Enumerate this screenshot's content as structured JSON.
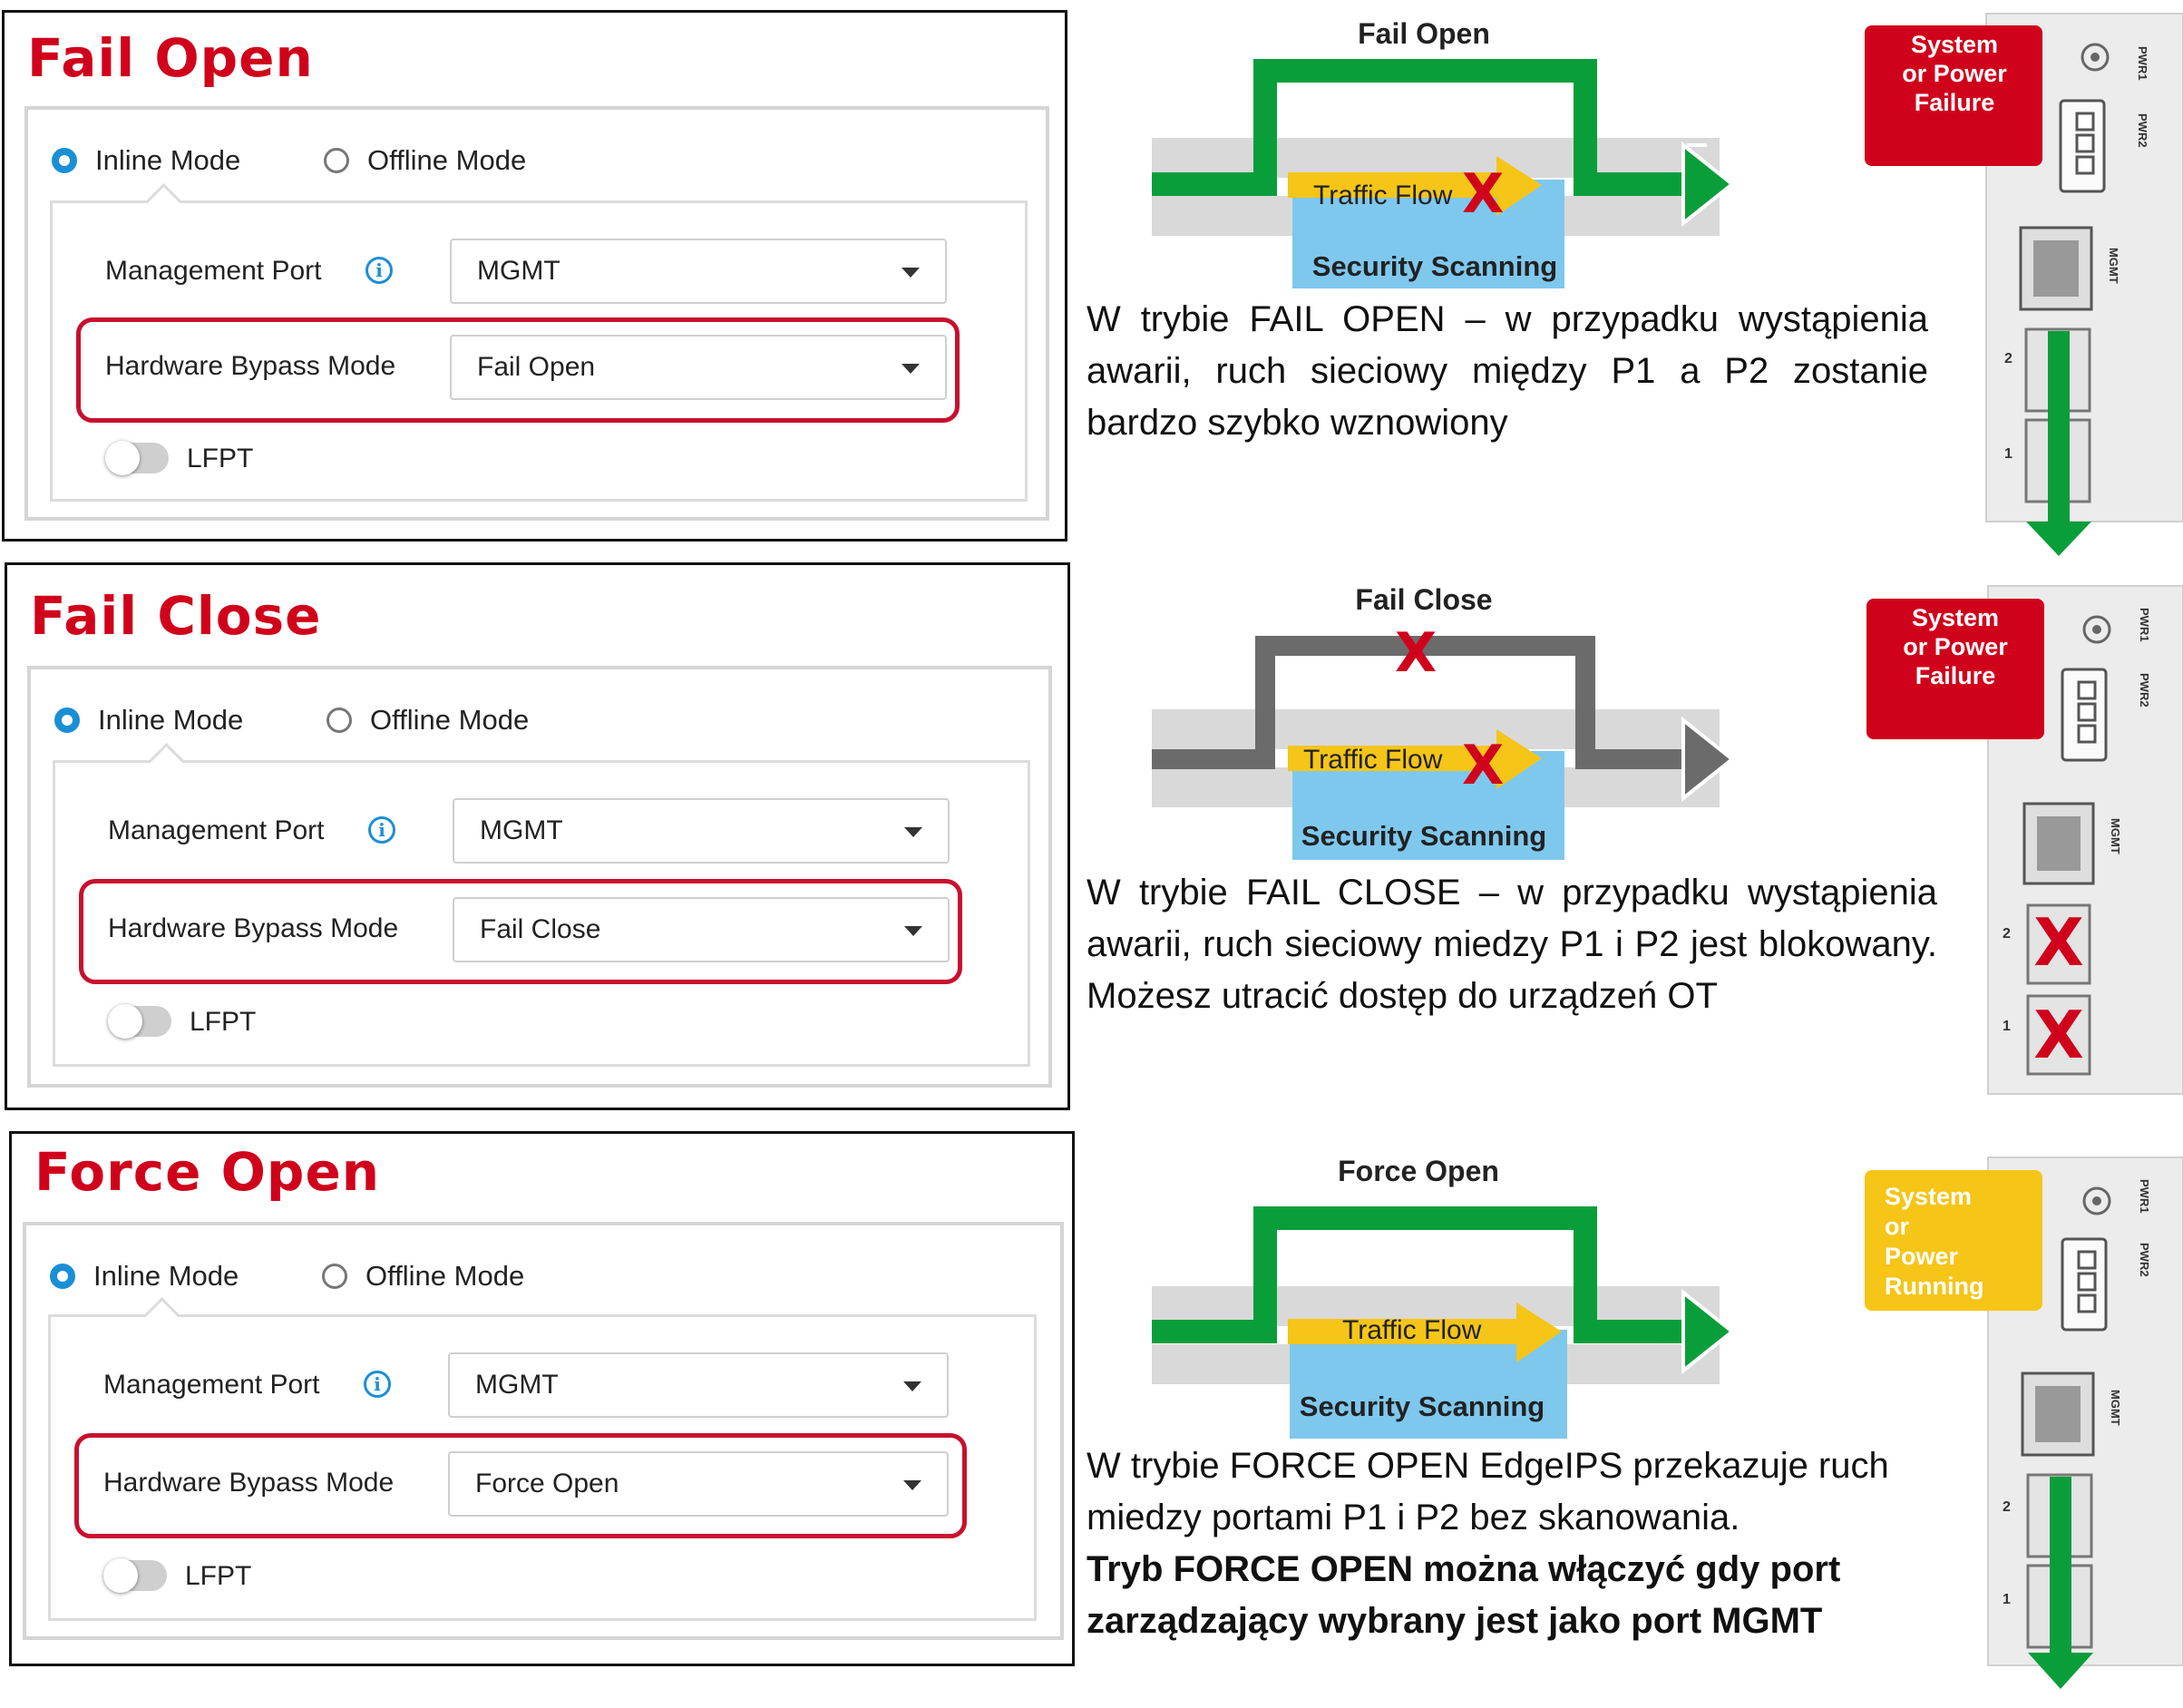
{
  "panels": [
    {
      "title": "Fail Open",
      "inline_label": "Inline Mode",
      "offline_label": "Offline Mode",
      "mgmt_label": "Management Port",
      "info_icon": "i",
      "mgmt_value": "MGMT",
      "bypass_label": "Hardware Bypass Mode",
      "bypass_value": "Fail Open",
      "lfpt_label": "LFPT"
    },
    {
      "title": "Fail Close",
      "inline_label": "Inline Mode",
      "offline_label": "Offline Mode",
      "mgmt_label": "Management Port",
      "info_icon": "i",
      "mgmt_value": "MGMT",
      "bypass_label": "Hardware Bypass Mode",
      "bypass_value": "Fail Close",
      "lfpt_label": "LFPT"
    },
    {
      "title": "Force Open",
      "inline_label": "Inline Mode",
      "offline_label": "Offline Mode",
      "mgmt_label": "Management Port",
      "info_icon": "i",
      "mgmt_value": "MGMT",
      "bypass_label": "Hardware Bypass Mode",
      "bypass_value": "Force Open",
      "lfpt_label": "LFPT"
    }
  ],
  "diagrams": [
    {
      "title": "Fail Open",
      "traffic_label": "Traffic Flow",
      "scanning_label": "Security Scanning",
      "bypass_color": "#0a9e3a",
      "bypass_blocked": false,
      "traffic_blocked": true
    },
    {
      "title": "Fail Close",
      "traffic_label": "Traffic Flow",
      "scanning_label": "Security Scanning",
      "bypass_color": "#6b6b6b",
      "bypass_blocked": true,
      "traffic_blocked": true
    },
    {
      "title": "Force Open",
      "traffic_label": "Traffic Flow",
      "scanning_label": "Security Scanning",
      "bypass_color": "#0a9e3a",
      "bypass_blocked": false,
      "traffic_blocked": false
    }
  ],
  "devices": [
    {
      "status": [
        "System",
        "or Power",
        "Failure"
      ],
      "status_color": "#d0021b",
      "pwr1": "PWR1",
      "pwr2": "PWR2",
      "mgmt": "MGMT",
      "port2": "2",
      "port1": "1",
      "ports_blocked": false,
      "flow_arrow": true
    },
    {
      "status": [
        "System",
        "or Power",
        "Failure"
      ],
      "status_color": "#d0021b",
      "pwr1": "PWR1",
      "pwr2": "PWR2",
      "mgmt": "MGMT",
      "port2": "2",
      "port1": "1",
      "ports_blocked": true,
      "flow_arrow": false
    },
    {
      "status": [
        "System",
        "or",
        "Power",
        "Running"
      ],
      "status_color": "#f5c518",
      "pwr1": "PWR1",
      "pwr2": "PWR2",
      "mgmt": "MGMT",
      "port2": "2",
      "port1": "1",
      "ports_blocked": false,
      "flow_arrow": true
    }
  ],
  "descriptions": {
    "fail_open": [
      "W trybie FAIL OPEN – w przypadku wystąpienia",
      "awarii, ruch sieciowy między P1 a P2 zostanie",
      "bardzo szybko wznowiony"
    ],
    "fail_close": [
      "W trybie FAIL CLOSE – w przypadku wystąpienia",
      "awarii, ruch sieciowy miedzy P1 i P2 jest blokowany.",
      "Możesz utracić dostęp do urządzeń OT"
    ],
    "force_open": [
      "W trybie FORCE OPEN EdgeIPS przekazuje ruch",
      "miedzy portami P1 i P2 bez skanowania."
    ],
    "force_open_bold": [
      "Tryb FORCE OPEN można włączyć gdy port",
      "zarządzający wybrany jest jako port MGMT"
    ]
  },
  "colors": {
    "accent_red": "#d0021b",
    "radio_blue": "#1a8fd6",
    "traffic_yellow": "#f5c518",
    "scan_blue": "#7ec8ee",
    "bypass_green": "#0a9e3a"
  }
}
